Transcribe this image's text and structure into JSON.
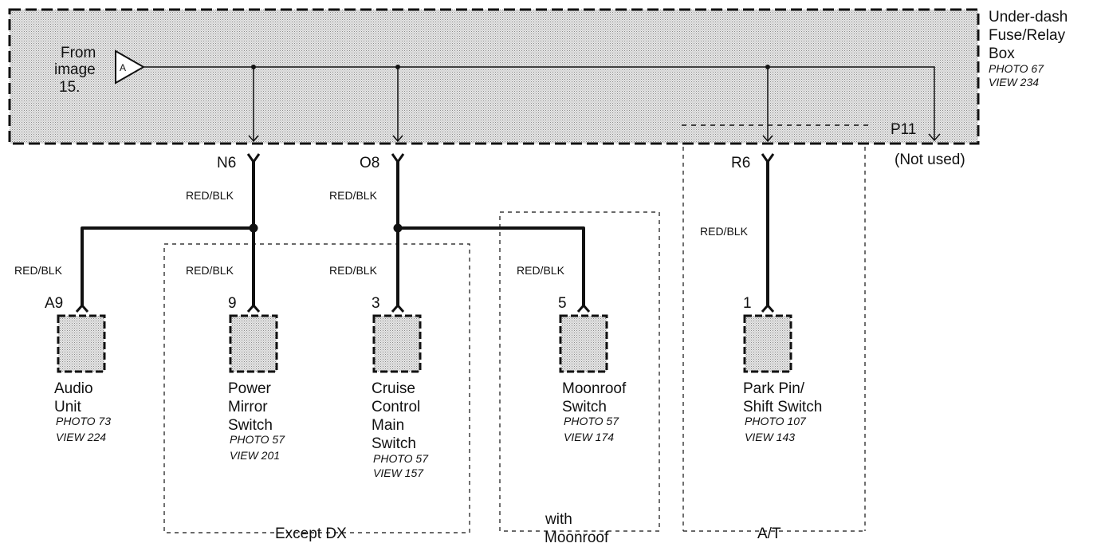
{
  "fuse_box": {
    "title_lines": [
      "Under-dash",
      "Fuse/Relay",
      "Box"
    ],
    "photo": "PHOTO 67",
    "view": "VIEW 234",
    "input_lines": [
      "From",
      "image",
      "15."
    ],
    "input_connector": "A",
    "unused_terminal": "P11",
    "unused_note": "(Not used)"
  },
  "terminals": {
    "n6": "N6",
    "o8": "O8",
    "r6": "R6"
  },
  "wires": {
    "n6_main": "RED/BLK",
    "o8_main": "RED/BLK",
    "r6_main": "RED/BLK",
    "audio": "RED/BLK",
    "mirror": "RED/BLK",
    "cruise": "RED/BLK",
    "moonroof": "RED/BLK"
  },
  "components": {
    "audio": {
      "pin": "A9",
      "name_lines": [
        "Audio",
        "Unit"
      ],
      "photo": "PHOTO 73",
      "view": "VIEW 224"
    },
    "mirror": {
      "pin": "9",
      "name_lines": [
        "Power",
        "Mirror",
        "Switch"
      ],
      "photo": "PHOTO 57",
      "view": "VIEW 201"
    },
    "cruise": {
      "pin": "3",
      "name_lines": [
        "Cruise",
        "Control",
        "Main",
        "Switch"
      ],
      "photo": "PHOTO 57",
      "view": "VIEW 157"
    },
    "moonroof": {
      "pin": "5",
      "name_lines": [
        "Moonroof",
        "Switch"
      ],
      "photo": "PHOTO 57",
      "view": "VIEW 174"
    },
    "parkpin": {
      "pin": "1",
      "name_lines": [
        "Park Pin/",
        "Shift Switch"
      ],
      "photo": "PHOTO 107",
      "view": "VIEW 143"
    }
  },
  "groups": {
    "except_dx": "Except DX",
    "with_moonroof_lines": [
      "with",
      "Moonroof"
    ],
    "at": "A/T"
  }
}
